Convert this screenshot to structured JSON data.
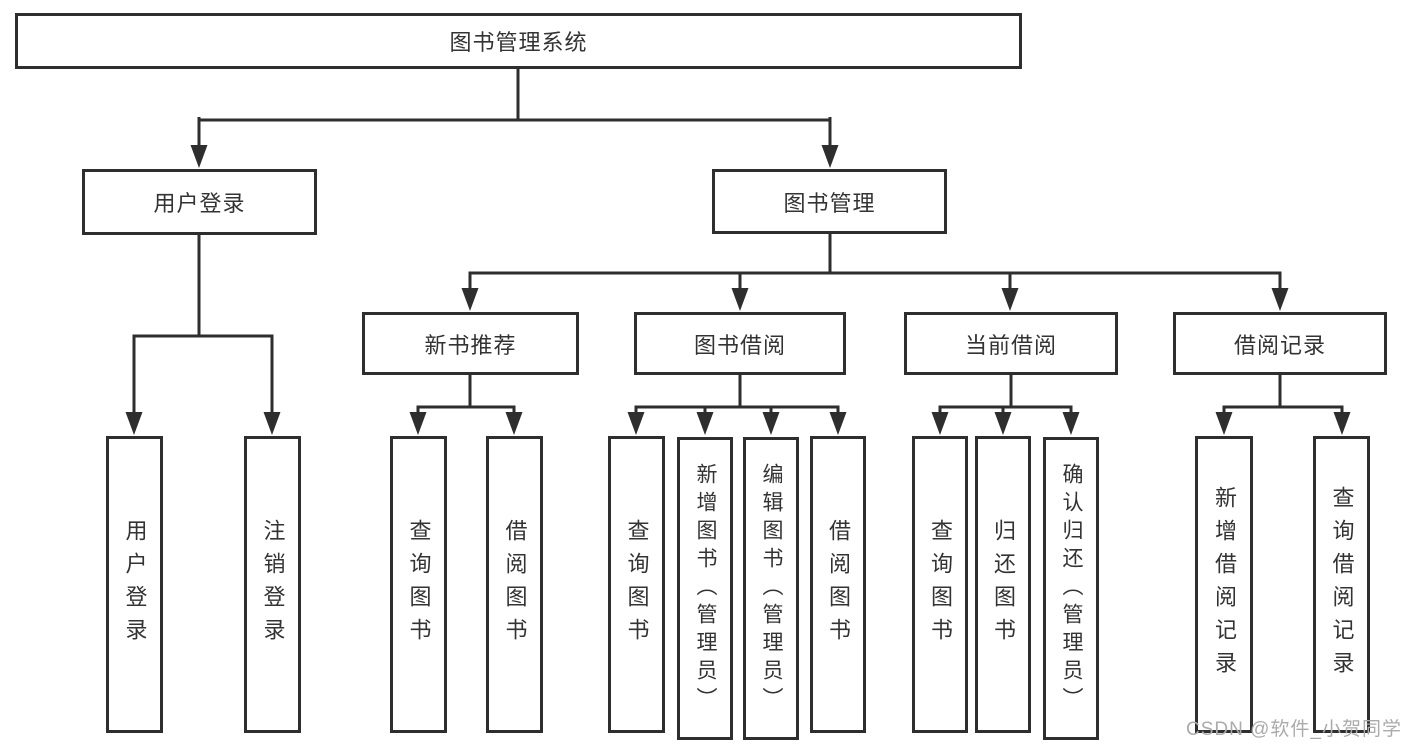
{
  "diagram": {
    "watermark": "CSDN @软件_小贺同学",
    "colors": {
      "line": "#2e2e2e",
      "text": "#333333",
      "watermark": "#ababab",
      "background": "#ffffff"
    },
    "tree": {
      "label": "图书管理系统",
      "children": [
        {
          "label": "用户登录",
          "children": [
            {
              "label": "用户登录"
            },
            {
              "label": "注销登录"
            }
          ]
        },
        {
          "label": "图书管理",
          "children": [
            {
              "label": "新书推荐",
              "children": [
                {
                  "label": "查询图书"
                },
                {
                  "label": "借阅图书"
                }
              ]
            },
            {
              "label": "图书借阅",
              "children": [
                {
                  "label": "查询图书"
                },
                {
                  "label": "新增图书（管理员）"
                },
                {
                  "label": "编辑图书（管理员）"
                },
                {
                  "label": "借阅图书"
                }
              ]
            },
            {
              "label": "当前借阅",
              "children": [
                {
                  "label": "查询图书"
                },
                {
                  "label": "归还图书"
                },
                {
                  "label": "确认归还（管理员）"
                }
              ]
            },
            {
              "label": "借阅记录",
              "children": [
                {
                  "label": "新增借阅记录"
                },
                {
                  "label": "查询借阅记录"
                }
              ]
            }
          ]
        }
      ]
    }
  }
}
